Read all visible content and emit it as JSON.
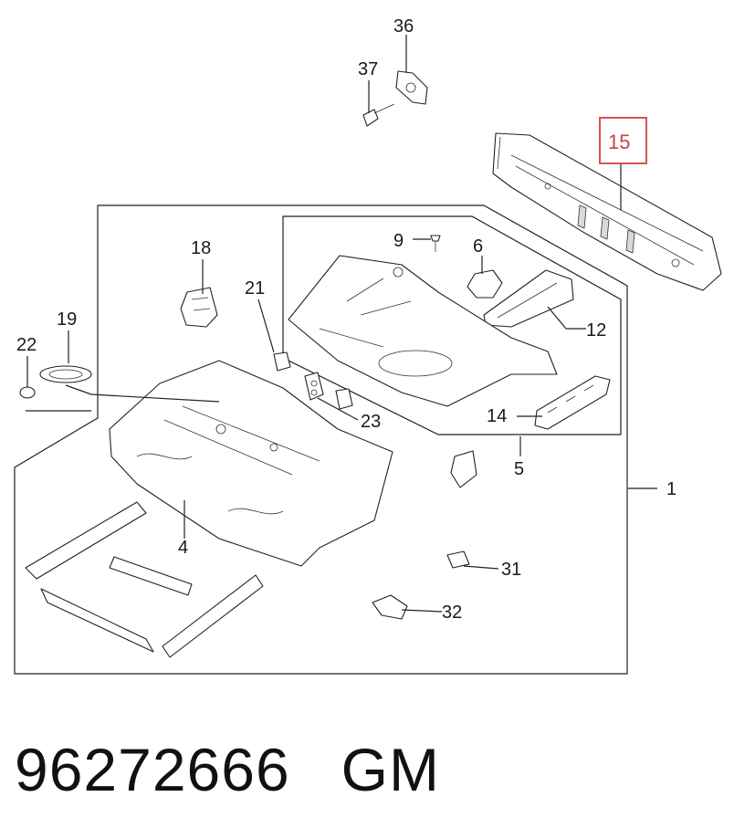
{
  "callouts": {
    "c1": "1",
    "c4": "4",
    "c5": "5",
    "c6": "6",
    "c9": "9",
    "c12": "12",
    "c14": "14",
    "c15": "15",
    "c18": "18",
    "c19": "19",
    "c21": "21",
    "c22": "22",
    "c23": "23",
    "c31": "31",
    "c32": "32",
    "c36": "36",
    "c37": "37"
  },
  "highlight": {
    "callout": "15",
    "color": "#d9534f"
  },
  "footer": {
    "part_number": "96272666",
    "brand": "GM"
  }
}
